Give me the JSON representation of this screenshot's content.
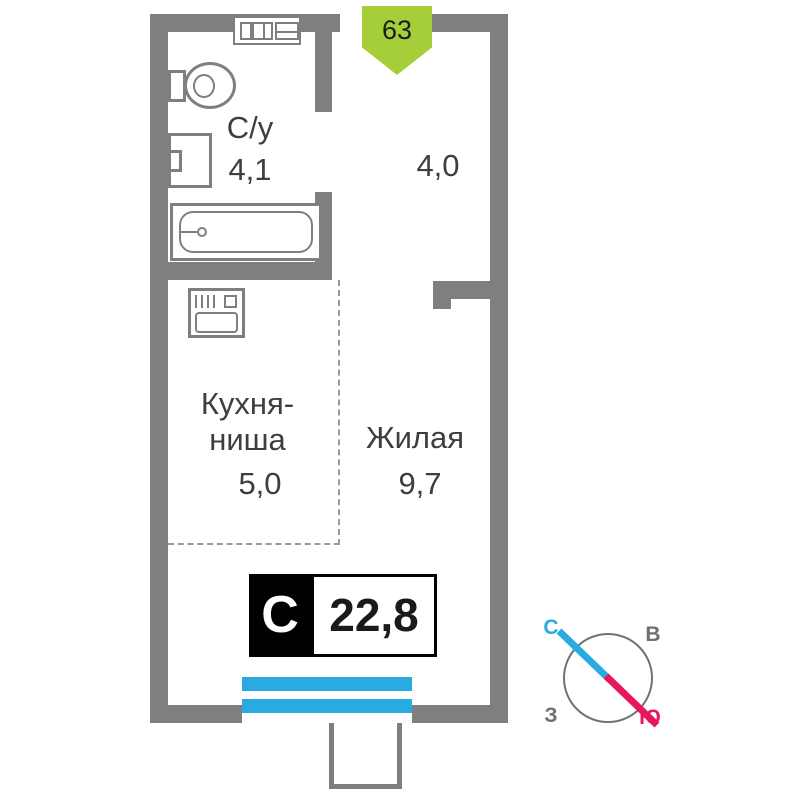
{
  "badge": {
    "number": "63"
  },
  "rooms": {
    "bathroom": {
      "name": "С/у",
      "area": "4,1"
    },
    "hall": {
      "area": "4,0"
    },
    "kitchen": {
      "name_line1": "Кухня-",
      "name_line2": "ниша",
      "area": "5,0"
    },
    "living": {
      "name": "Жилая",
      "area": "9,7"
    }
  },
  "total": {
    "type_label": "С",
    "area": "22,8"
  },
  "compass": {
    "north": "С",
    "east": "В",
    "west": "З",
    "south": "Ю"
  },
  "colors": {
    "wall": "#7f7f7f",
    "text": "#3e3e3d",
    "badge_green": "#a6ce38",
    "window_blue": "#29abe2",
    "compass_north": "#29abe2",
    "compass_south": "#e7175a"
  }
}
